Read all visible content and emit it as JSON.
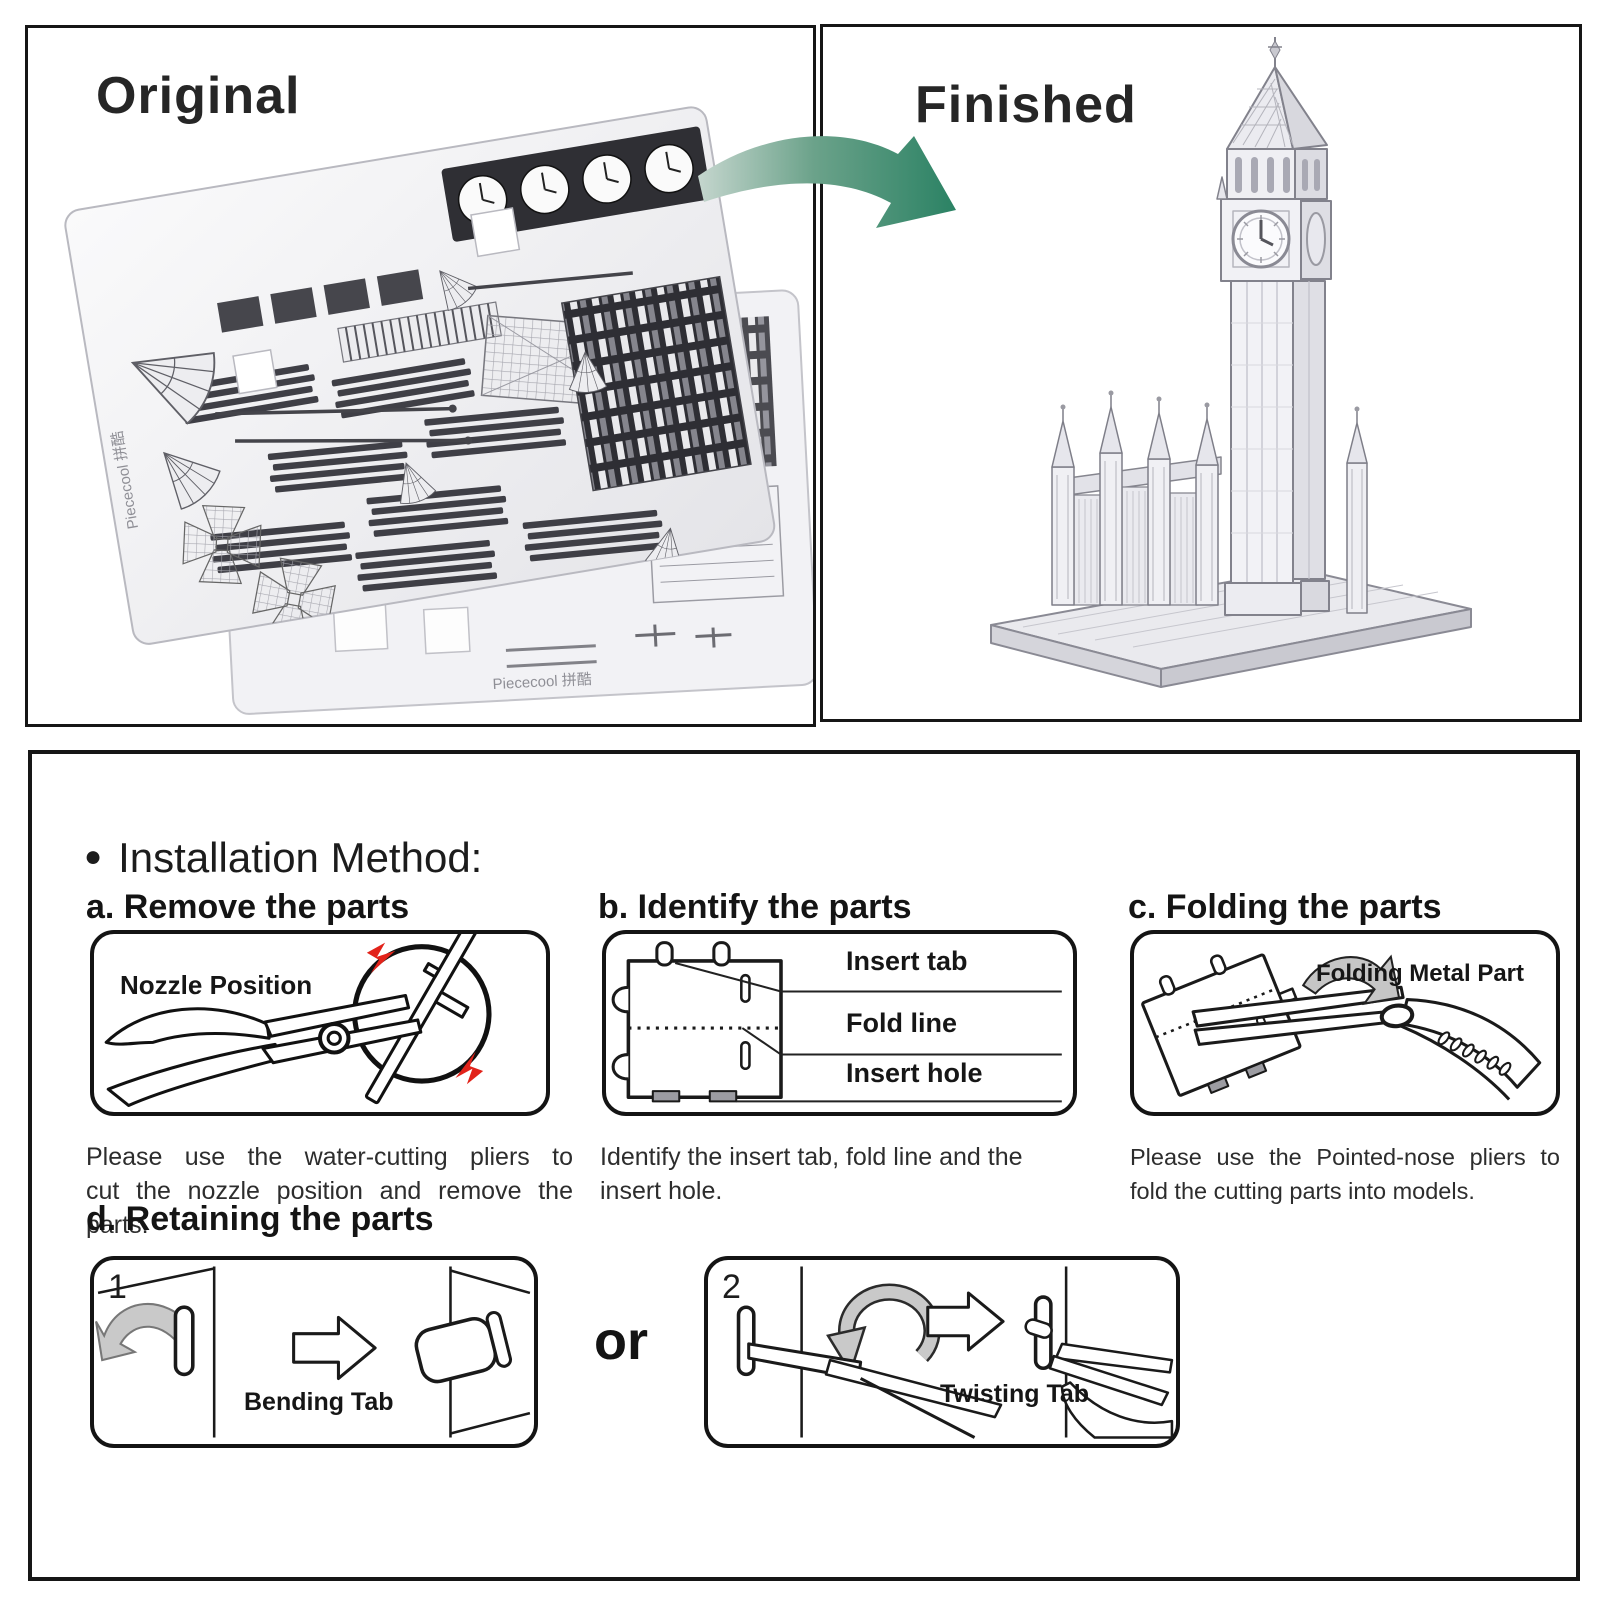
{
  "panels": {
    "original": {
      "title": "Original"
    },
    "finished": {
      "title": "Finished"
    },
    "sheet_brand": "Piececool 拼酷"
  },
  "instructions": {
    "bullet": "●",
    "heading": "Installation Method:",
    "steps": [
      {
        "id": "a",
        "title": "a. Remove the parts",
        "box_label": "Nozzle Position",
        "caption_lines": [
          "Please use the water-cutting pliers to",
          "cut the nozzle position and remove the",
          "parts."
        ]
      },
      {
        "id": "b",
        "title": "b. Identify the parts",
        "labels": [
          "Insert tab",
          "Fold line",
          "Insert hole"
        ],
        "caption_lines": [
          "Identify the insert tab, fold line and the",
          "insert hole."
        ]
      },
      {
        "id": "c",
        "title": "c. Folding the parts",
        "box_label": "Folding Metal Part",
        "caption_lines": [
          "Please use the Pointed-nose pliers to",
          "fold the cutting parts into models."
        ]
      },
      {
        "id": "d",
        "title": "d. Retaining the parts",
        "separator": "or",
        "options": [
          {
            "number": "1",
            "label": "Bending Tab"
          },
          {
            "number": "2",
            "label": "Twisting Tab"
          }
        ]
      }
    ]
  },
  "colors": {
    "accent_green": "#2E8767",
    "alert_red": "#E2231A",
    "ink": "#161616",
    "metal_gray": "#C9C9C9"
  }
}
